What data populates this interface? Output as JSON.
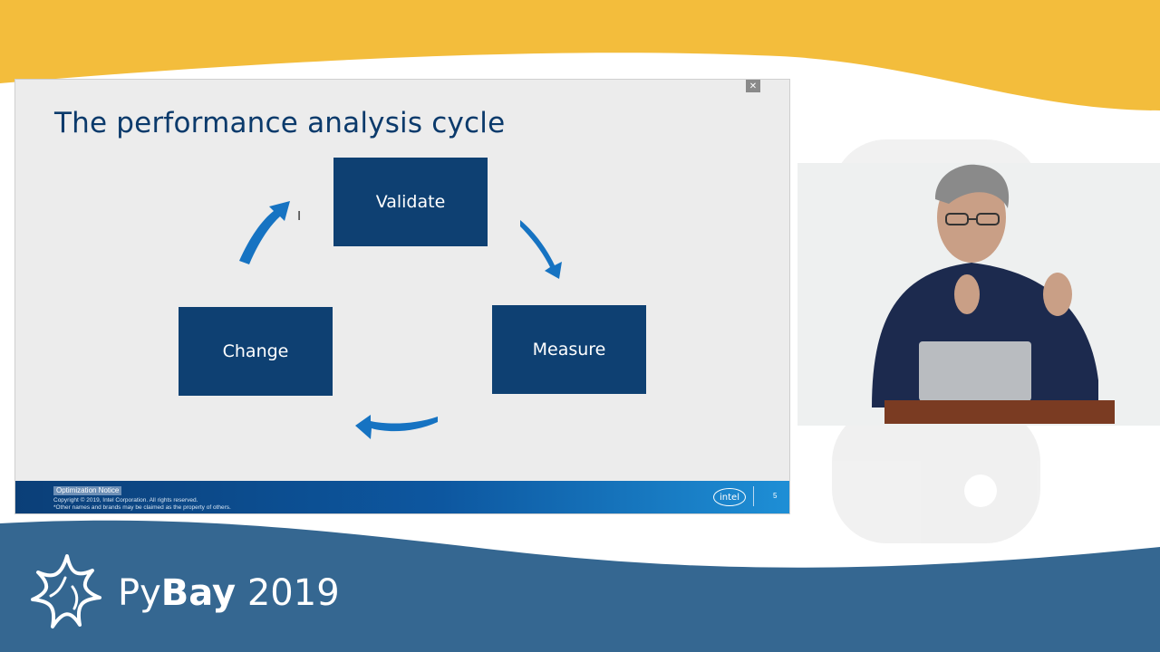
{
  "slide": {
    "title": "The performance analysis cycle",
    "boxes": {
      "validate": "Validate",
      "measure": "Measure",
      "change": "Change"
    },
    "footer": {
      "notice": "Optimization Notice",
      "copyright": "Copyright © 2019, Intel Corporation. All rights reserved.",
      "trademark": "*Other names and brands may be claimed as the property of others.",
      "logo": "intel",
      "page_number": "5"
    }
  },
  "branding": {
    "py": "Py",
    "bay": "Bay",
    "year": "2019"
  },
  "colors": {
    "accent_yellow": "#f3bd3c",
    "brand_blue": "#356791",
    "slide_box": "#0e4072",
    "arrow": "#1673c2"
  },
  "icons": [
    "exit-fullscreen-icon",
    "text-cursor-icon",
    "pybay-star-logo",
    "python-logo-watermark"
  ]
}
